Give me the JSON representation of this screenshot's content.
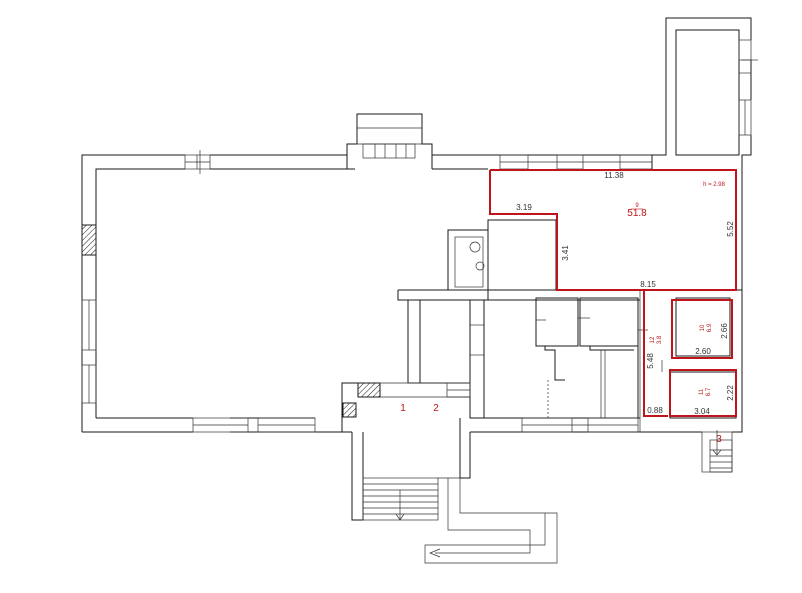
{
  "colors": {
    "wall": "#1a1a1a",
    "highlight": "#c0141c",
    "background": "#ffffff"
  },
  "entrances": [
    "1",
    "2",
    "3"
  ],
  "rooms": {
    "hall": {
      "number": "9",
      "area": "51.8",
      "height": "h = 2.98"
    },
    "office_left": {
      "number": "12",
      "area": "3.8"
    },
    "office_upper_right": {
      "number": "10",
      "area": "6.9"
    },
    "office_lower_right": {
      "number": "11",
      "area": "6.7"
    }
  },
  "dimensions": {
    "hall_width": "11.38",
    "hall_height": "5.52",
    "hall_notch_width": "3.19",
    "hall_notch_height": "3.41",
    "corridor_width": "8.15",
    "corridor_length": "5.48",
    "corridor_small": "0.88",
    "room10_height": "2.66",
    "room10_width": "2.60",
    "room11_height": "2.22",
    "room11_width": "3.04"
  }
}
